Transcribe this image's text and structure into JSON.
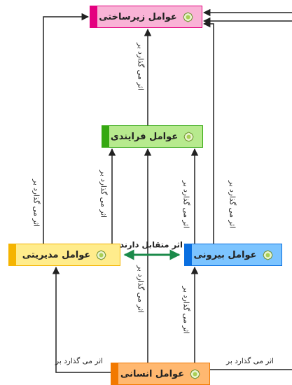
{
  "nodes": {
    "infrastructure": "عوامل زیرساختی",
    "process": "عوامل فرایندی",
    "management": "عوامل مدیریتی",
    "external": "عوامل بیرونی",
    "human": "عوامل انسانی"
  },
  "labels": {
    "affects": "اثر می گذارد بر",
    "mutual": "اثر متقابل دارند"
  },
  "colors": {
    "infrastructure": "#e4007f",
    "process": "#35a811",
    "management": "#f5b400",
    "external": "#0a6fe0",
    "human": "#f27900",
    "mutual_arrow": "#1b8a4a"
  }
}
